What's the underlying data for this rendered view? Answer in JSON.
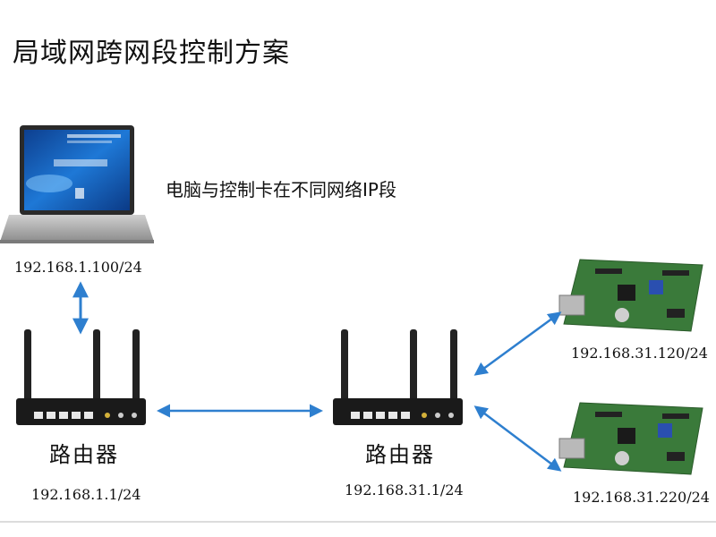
{
  "title": "局域网跨网段控制方案",
  "caption": "电脑与控制卡在不同网络IP段",
  "laptop": {
    "ip": "192.168.1.100/24"
  },
  "router_left": {
    "label": "路由器",
    "ip": "192.168.1.1/24"
  },
  "router_right": {
    "label": "路由器",
    "ip": "192.168.31.1/24"
  },
  "card_top": {
    "ip": "192.168.31.120/24"
  },
  "card_bottom": {
    "ip": "192.168.31.220/24"
  },
  "colors": {
    "arrow": "#2e7fcf",
    "screen": "#1a6fd0",
    "router_body": "#1a1a1a",
    "board": "#3a7a3a"
  }
}
